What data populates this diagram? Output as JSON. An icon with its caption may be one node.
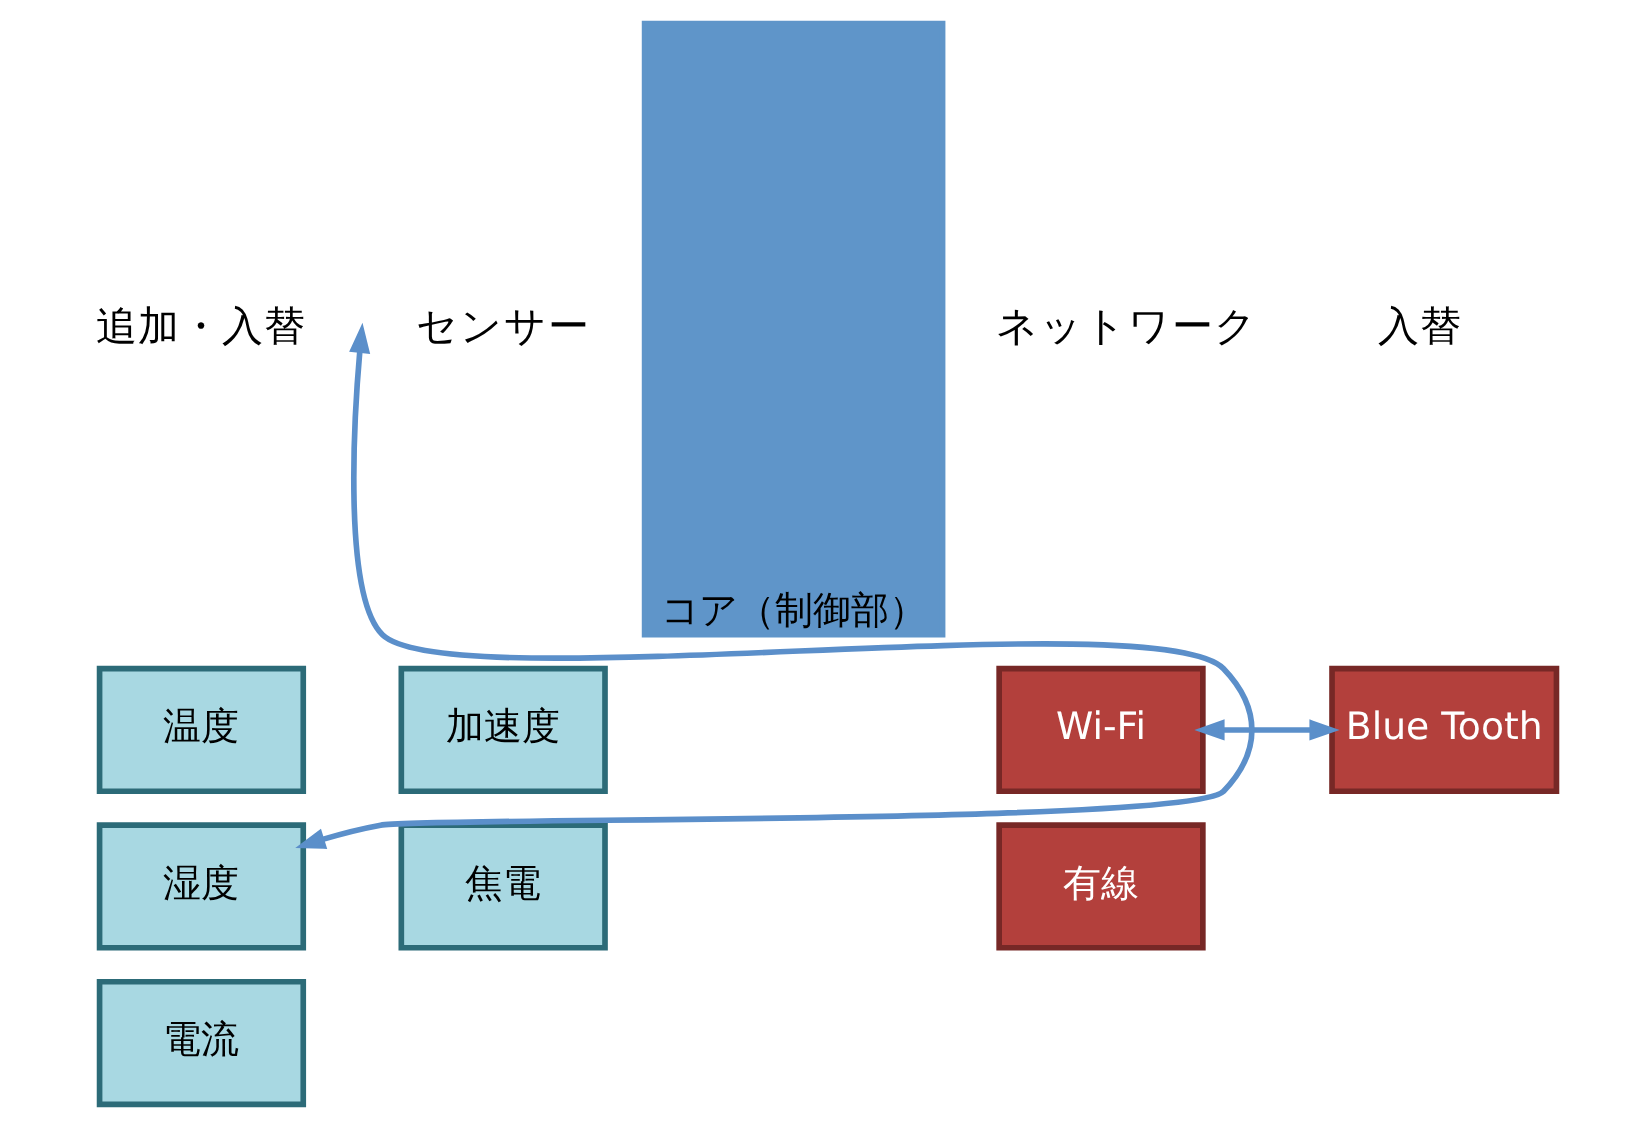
{
  "diagram": {
    "nodes": [
      {
        "text": [
          "コア（制御部）"
        ]
      },
      {
        "text": [
          "加速度"
        ]
      },
      {
        "text": [
          "焦電"
        ]
      },
      {
        "text": [
          "Wi-Fi"
        ]
      },
      {
        "text": [
          "有線"
        ]
      },
      {
        "text": [
          "温度"
        ]
      },
      {
        "text": [
          "湿度"
        ]
      },
      {
        "text": [
          "電流"
        ]
      },
      {
        "text": [
          "Blue Tooth"
        ]
      }
    ],
    "edges": [
      {
        "from": 6,
        "to": null,
        "arrow": "both"
      },
      {
        "from": 3,
        "to": 8,
        "arrow": "both"
      }
    ],
    "labels": [
      "センサー",
      "ネットワーク",
      "追加・入替",
      "入替"
    ]
  }
}
